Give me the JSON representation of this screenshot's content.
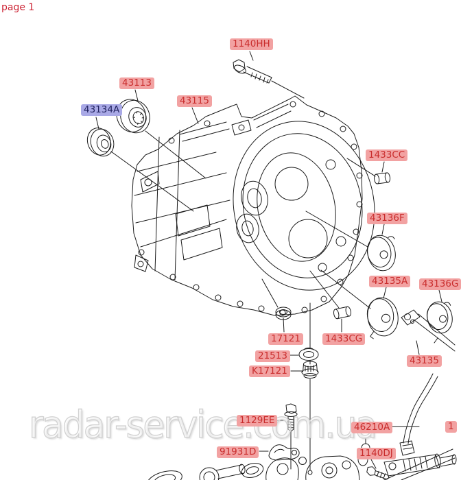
{
  "page_indicator": "page 1",
  "watermark": "radar-service.com.ua",
  "colors": {
    "label_pink_bg": "#f2a2a2",
    "label_pink_text": "#c92c2c",
    "label_blue_bg": "#a9a9e6",
    "label_blue_text": "#20215f",
    "page_indicator_text": "#cc2233",
    "drawing_line": "#1a1a1a",
    "watermark_gray": "#d2d2d2"
  },
  "parts_diagram": {
    "description": "Exploded parts view of a manual transaxle (clutch housing / transmission case) with part-number callouts",
    "labels": [
      {
        "code": "1140HH",
        "style": "pink"
      },
      {
        "code": "43113",
        "style": "pink"
      },
      {
        "code": "43134A",
        "style": "blue"
      },
      {
        "code": "43115",
        "style": "pink"
      },
      {
        "code": "1433CC",
        "style": "pink"
      },
      {
        "code": "43136F",
        "style": "pink"
      },
      {
        "code": "43135A",
        "style": "pink"
      },
      {
        "code": "43136G",
        "style": "pink",
        "clipped_at_right_edge": true
      },
      {
        "code": "17121",
        "style": "pink"
      },
      {
        "code": "1433CG",
        "style": "pink"
      },
      {
        "code": "21513",
        "style": "pink"
      },
      {
        "code": "K17121",
        "style": "pink"
      },
      {
        "code": "43135",
        "style": "pink"
      },
      {
        "code": "1129EE",
        "style": "pink"
      },
      {
        "code": "46210A",
        "style": "pink"
      },
      {
        "code": "91931D",
        "style": "pink"
      },
      {
        "code": "1140DJ",
        "style": "pink"
      },
      {
        "code": "1",
        "style": "pink",
        "clipped_at_right_edge": true
      }
    ]
  }
}
